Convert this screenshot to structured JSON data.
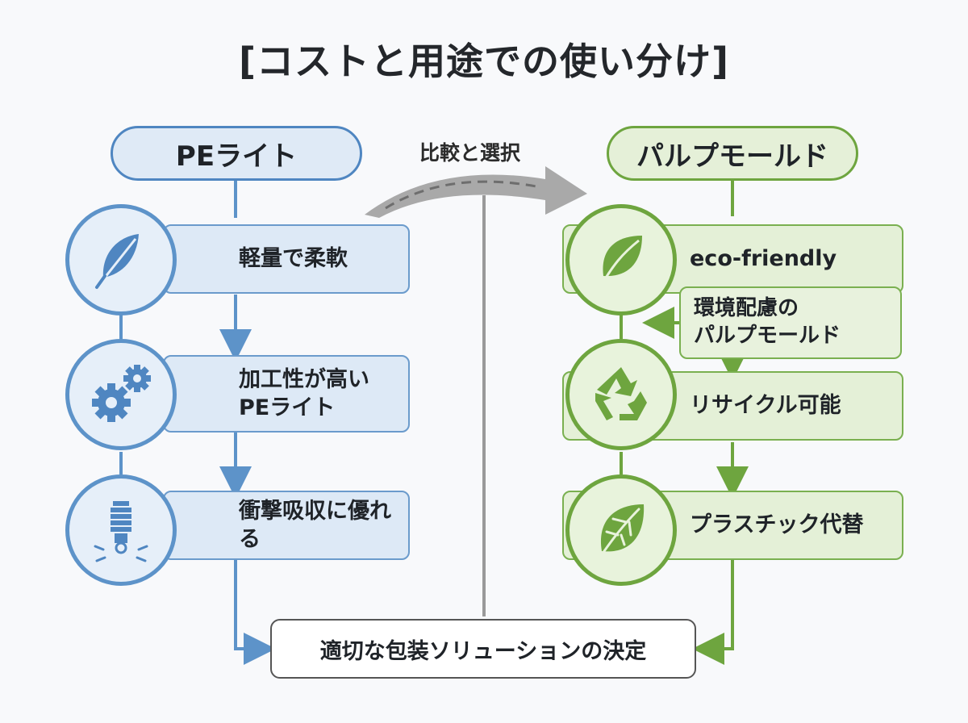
{
  "title": "[コストと用途での使い分け]",
  "compare_label": "比較と選択",
  "left": {
    "header": "PEライト",
    "items": [
      {
        "label": "軽量で柔軟",
        "icon": "feather-icon"
      },
      {
        "label": "加工性が高い\nPEライト",
        "icon": "gears-icon"
      },
      {
        "label": "衝撃吸収に優れる",
        "icon": "spring-shock-icon"
      }
    ]
  },
  "right": {
    "header": "パルプモールド",
    "items": [
      {
        "label": "eco-friendly",
        "icon": "leaf-icon"
      },
      {
        "label": "リサイクル可能",
        "icon": "recycle-icon"
      },
      {
        "label": "プラスチック代替",
        "icon": "leaf-veins-icon"
      }
    ],
    "note": "環境配慮の\nパルプモールド"
  },
  "conclusion": "適切な包装ソリューションの決定",
  "colors": {
    "blue": "#4f86c1",
    "green": "#6ea53f",
    "gray": "#9a9a9a"
  }
}
